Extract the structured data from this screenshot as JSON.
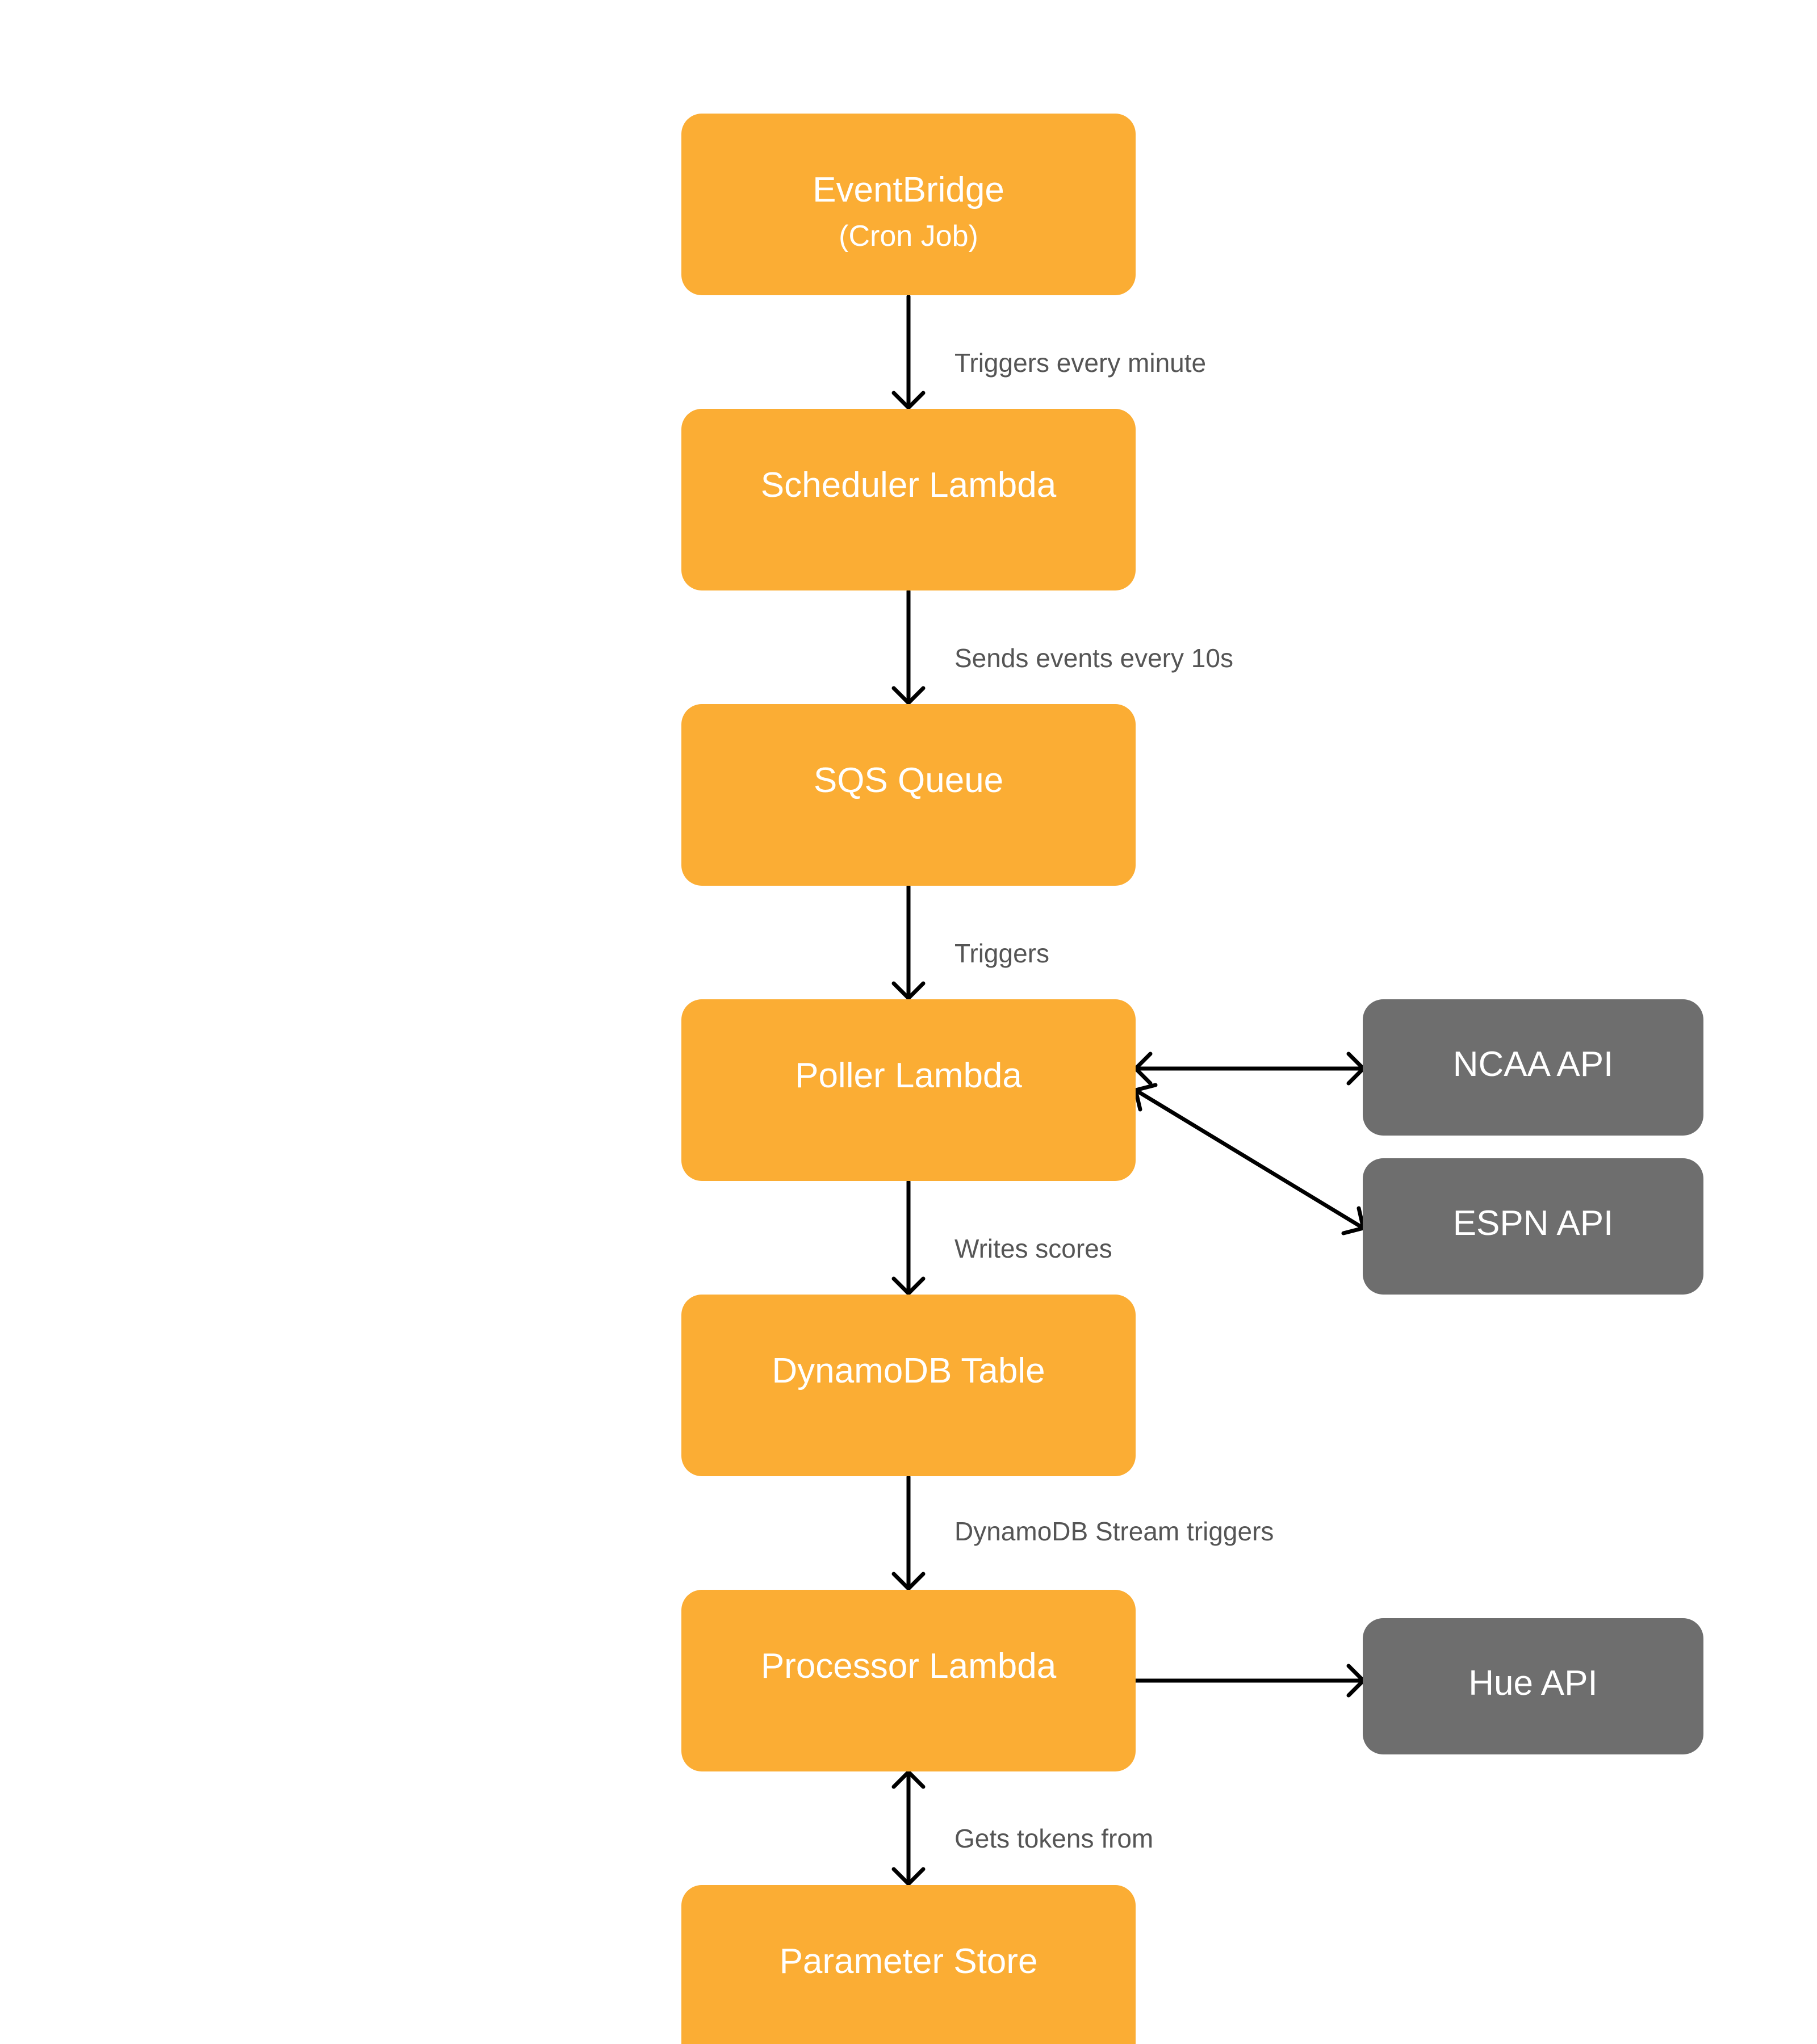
{
  "diagram": {
    "nodes": [
      {
        "id": "eventbridge",
        "label": "EventBridge",
        "sublabel": "(Cron Job)",
        "kind": "aws"
      },
      {
        "id": "scheduler",
        "label": "Scheduler Lambda",
        "kind": "aws"
      },
      {
        "id": "sqs",
        "label": "SQS Queue",
        "kind": "aws"
      },
      {
        "id": "poller",
        "label": "Poller Lambda",
        "kind": "aws"
      },
      {
        "id": "dynamodb",
        "label": "DynamoDB Table",
        "kind": "aws"
      },
      {
        "id": "processor",
        "label": "Processor Lambda",
        "kind": "aws"
      },
      {
        "id": "parameter-store",
        "label": "Parameter Store",
        "kind": "aws"
      },
      {
        "id": "ncaa",
        "label": "NCAA API",
        "kind": "external"
      },
      {
        "id": "espn",
        "label": "ESPN API",
        "kind": "external"
      },
      {
        "id": "hue",
        "label": "Hue API",
        "kind": "external"
      }
    ],
    "edges": [
      {
        "id": "eventbridge-scheduler",
        "from": "eventbridge",
        "to": "scheduler",
        "label": "Triggers every minute",
        "direction": "forward"
      },
      {
        "id": "scheduler-sqs",
        "from": "scheduler",
        "to": "sqs",
        "label": "Sends events every 10s",
        "direction": "forward"
      },
      {
        "id": "sqs-poller",
        "from": "sqs",
        "to": "poller",
        "label": "Triggers",
        "direction": "forward"
      },
      {
        "id": "poller-ncaa",
        "from": "poller",
        "to": "ncaa",
        "label": "",
        "direction": "both"
      },
      {
        "id": "poller-espn",
        "from": "poller",
        "to": "espn",
        "label": "",
        "direction": "both"
      },
      {
        "id": "poller-dynamodb",
        "from": "poller",
        "to": "dynamodb",
        "label": "Writes scores",
        "direction": "forward"
      },
      {
        "id": "dynamodb-processor",
        "from": "dynamodb",
        "to": "processor",
        "label": "DynamoDB Stream triggers",
        "direction": "forward"
      },
      {
        "id": "processor-hue",
        "from": "processor",
        "to": "hue",
        "label": "",
        "direction": "forward"
      },
      {
        "id": "processor-parameter-store",
        "from": "processor",
        "to": "parameter-store",
        "label": "Gets tokens from",
        "direction": "both"
      }
    ]
  },
  "colors": {
    "aws_node": "#FBAD34",
    "external_node": "#6E6E6E",
    "node_text": "#FFFFFF",
    "edge": "#000000",
    "edge_label": "#555555",
    "background": "#FFFFFF"
  }
}
